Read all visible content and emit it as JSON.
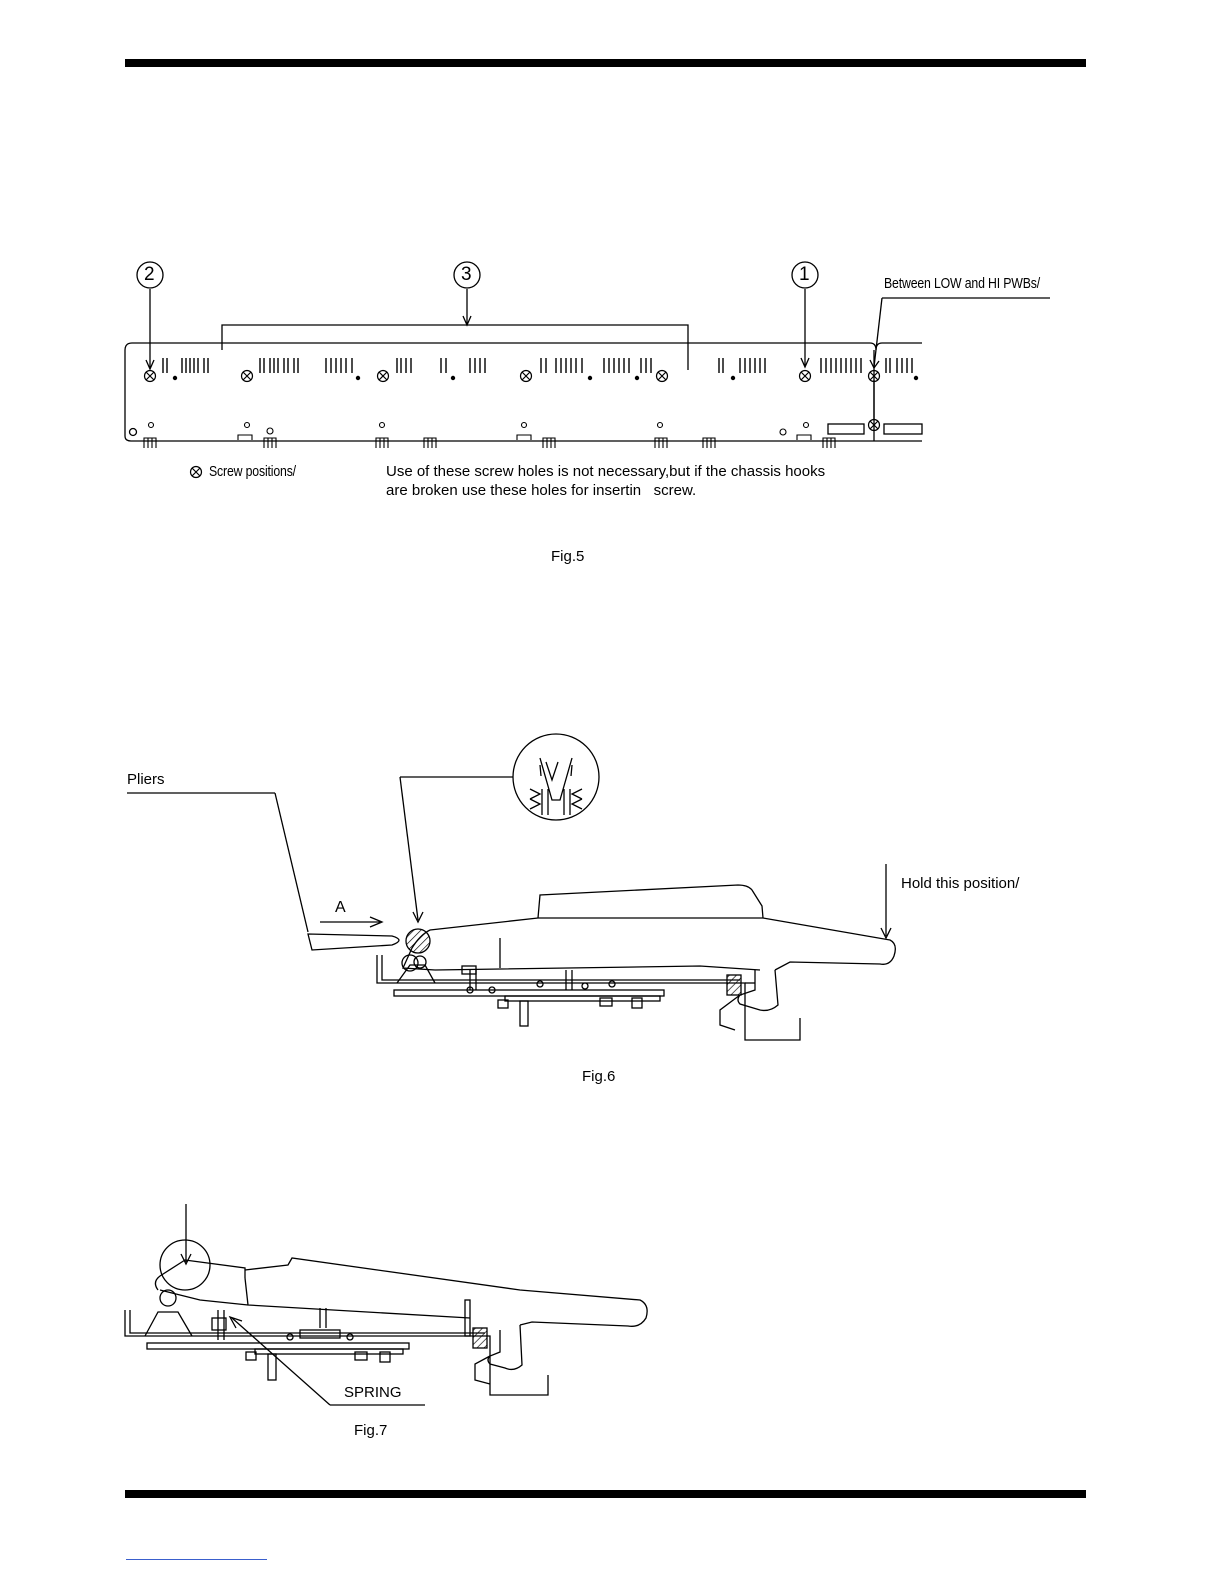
{
  "fig5": {
    "callouts": [
      "2",
      "3",
      "1"
    ],
    "between_label": "Between LOW and HI PWBs/",
    "legend_screw": "Screw positions/",
    "note_line1": "Use of these screw holes is not necessary,but if the chassis hooks",
    "note_line2": "are broken use these holes for insertin   screw.",
    "caption": "Fig.5"
  },
  "fig6": {
    "pliers_label": "Pliers",
    "arrow_label": "A",
    "hold_label": "Hold this position/",
    "caption": "Fig.6"
  },
  "fig7": {
    "spring_label": "SPRING",
    "caption": "Fig.7"
  },
  "icons": {
    "screw": "screw-position-icon",
    "callout": "numbered-circle-icon"
  }
}
